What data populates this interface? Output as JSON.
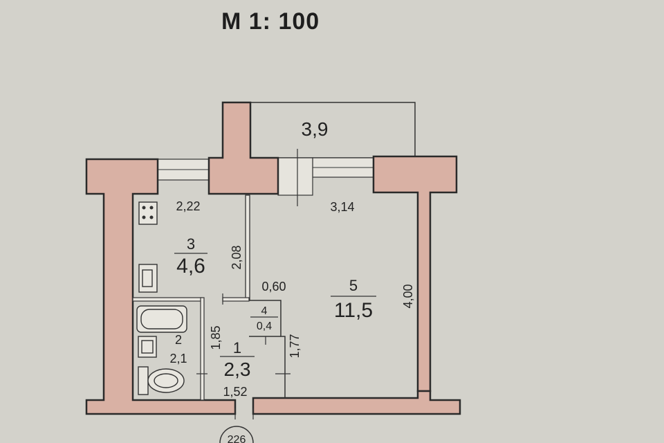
{
  "title": "M 1: 100",
  "balcony": {
    "area": "3,9"
  },
  "rooms": [
    {
      "id": "kitchen",
      "number": "3",
      "area": "4,6"
    },
    {
      "id": "bathroom",
      "number": "2",
      "area": "2,1"
    },
    {
      "id": "hallway",
      "number": "1",
      "area": "2,3"
    },
    {
      "id": "closet",
      "number": "4",
      "area": "0,4"
    },
    {
      "id": "living",
      "number": "5",
      "area": "11,5"
    }
  ],
  "dimensions": {
    "kitchen_width": "2,22",
    "kitchen_length": "2,08",
    "living_width": "3,14",
    "living_length": "4,00",
    "closet_width": "0,60",
    "hall_length": "1,85",
    "hall_width": "1,52",
    "corridor_length": "1,77"
  },
  "footer_mark": "226"
}
